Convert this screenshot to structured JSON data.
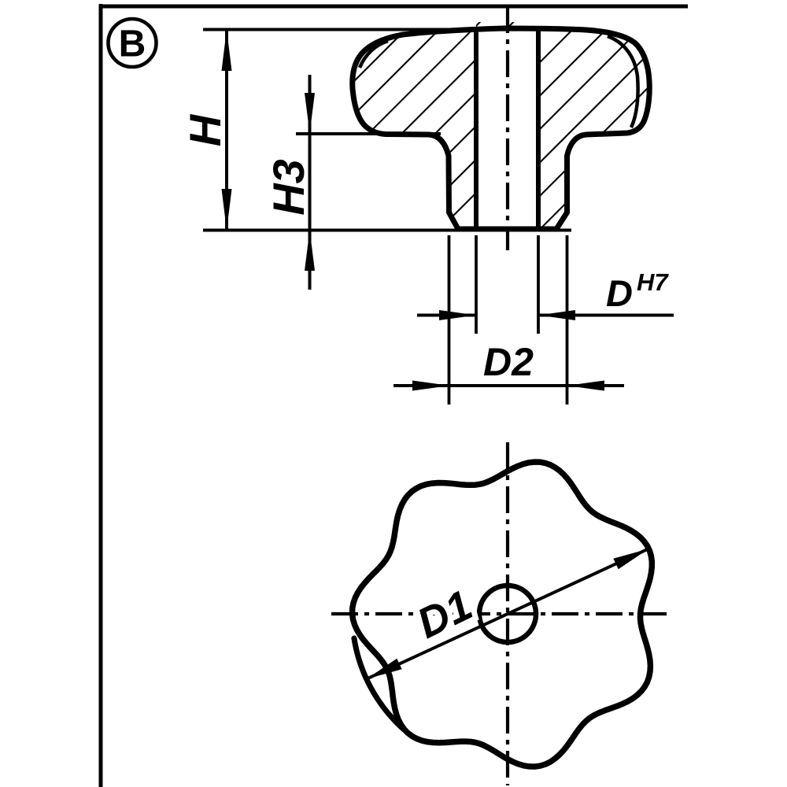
{
  "drawing": {
    "type": "engineering-drawing",
    "views": {
      "section_view": "knob cross-section with hatching",
      "plan_view": "7-lobed star knob top view"
    },
    "callout": {
      "label": "B"
    },
    "dimensions": {
      "height_label": "H",
      "hub_height_label": "H3",
      "bore_label": "D",
      "bore_tolerance": "H7",
      "hub_diameter_label": "D2",
      "outer_diameter_label": "D1"
    },
    "colors": {
      "line": "#000000",
      "background": "#ffffff"
    }
  }
}
